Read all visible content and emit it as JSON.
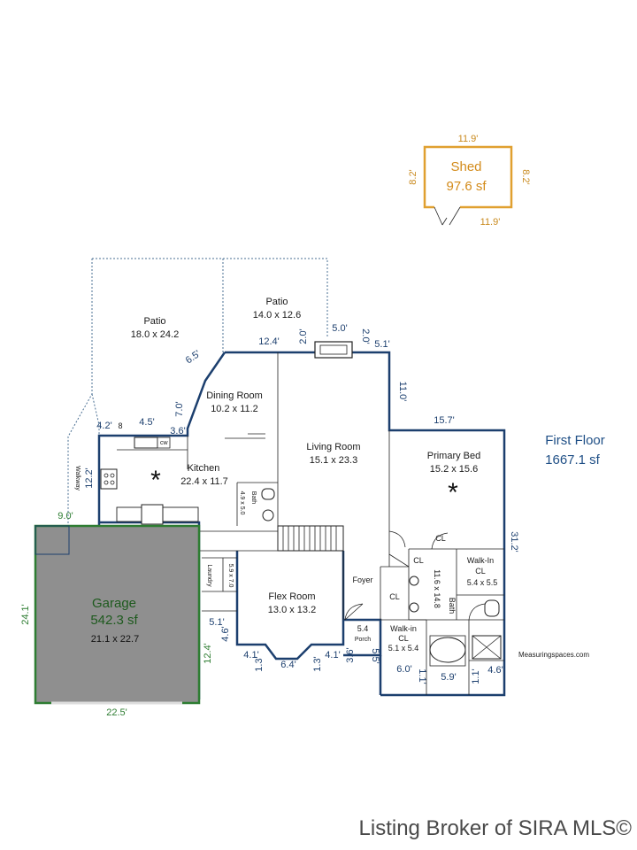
{
  "shed": {
    "name": "Shed",
    "area": "97.6 sf",
    "dim_top": "11.9'",
    "dim_bottom": "11.9'",
    "dim_left": "8.2'",
    "dim_right": "8.2'"
  },
  "floor": {
    "name": "First Floor",
    "area": "1667.1 sf"
  },
  "garage": {
    "name": "Garage",
    "area": "542.3 sf",
    "size": "21.1 x 22.7",
    "dim_top": "9.0'",
    "dim_left": "24.1'",
    "dim_bottom": "22.5'",
    "dim_right": "12.4'"
  },
  "rooms": {
    "patio1": {
      "name": "Patio",
      "size": "18.0 x 24.2"
    },
    "patio2": {
      "name": "Patio",
      "size": "14.0 x 12.6"
    },
    "dining": {
      "name": "Dining Room",
      "size": "10.2 x 11.2"
    },
    "kitchen": {
      "name": "Kitchen",
      "size": "22.4 x 11.7"
    },
    "living": {
      "name": "Living Room",
      "size": "15.1 x 23.3"
    },
    "primary": {
      "name": "Primary Bed",
      "size": "15.2 x 15.6"
    },
    "flex": {
      "name": "Flex Room",
      "size": "13.0 x 13.2"
    },
    "walkin1": {
      "name": "Walk-In",
      "name2": "CL",
      "size": "5.4 x 5.5"
    },
    "walkin2": {
      "name": "Walk-in",
      "name2": "CL",
      "size": "5.1 x 5.4"
    },
    "bath2": {
      "name": "Bath",
      "size": "11.6 x 14.8"
    },
    "bath1": {
      "name": "Bath",
      "size": "4.9 x 5.0"
    },
    "laundry": {
      "name": "Laundry",
      "size": "5.9 x 7.0"
    },
    "foyer": {
      "name": "Foyer"
    },
    "porch": {
      "name": "Porch",
      "size": "5.4"
    },
    "walkway": {
      "name": "Walkway"
    },
    "cl1": {
      "name": "CL"
    },
    "cl2": {
      "name": "CL"
    },
    "cl3": {
      "name": "CL"
    }
  },
  "dims": {
    "d_12_4": "12.4'",
    "d_2_0a": "2.0'",
    "d_5_0": "5.0'",
    "d_2_0b": "2.0'",
    "d_5_1": "5.1'",
    "d_11_0": "11.0'",
    "d_15_7": "15.7'",
    "d_31_2": "31.2'",
    "d_6_5": "6.5'",
    "d_7_0": "7.0'",
    "d_4_2": "4.2'",
    "d_8": "8",
    "d_4_5": "4.5'",
    "d_3_6a": "3.6'",
    "d_12_2": "12.2'",
    "d_5_1b": "5.1'",
    "d_4_6a": "4.6'",
    "d_4_1a": "4.1'",
    "d_1_3a": "1.3'",
    "d_6_4": "6.4'",
    "d_1_3b": "1.3'",
    "d_4_1b": "4.1'",
    "d_3_6b": "3.6'",
    "d_5_5": "5.5'",
    "d_6_0": "6.0'",
    "d_1_1a": "1.1'",
    "d_5_9": "5.9'",
    "d_1_1b": "1.1'",
    "d_4_6b": "4.6'"
  },
  "credit": "Measuringspaces.com",
  "footer": "Listing Broker of SIRA MLS©"
}
